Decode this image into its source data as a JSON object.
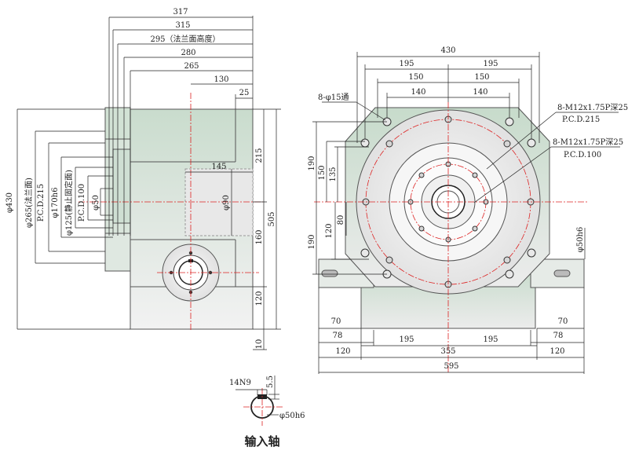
{
  "side_view": {
    "dims_top": [
      "317",
      "315",
      "295（法兰面高度）",
      "280",
      "265",
      "130",
      "25"
    ],
    "dims_right": [
      "215",
      "505",
      "160",
      "120",
      "10"
    ],
    "dims_left": [
      "φ430",
      "φ265(法兰面)",
      "P.C.D.215",
      "φ170h6",
      "φ125(静止固定面)",
      "P.C.D.100",
      "φ50"
    ],
    "inner_dims": [
      "145",
      "φ90"
    ]
  },
  "front_view": {
    "dims_top": [
      "430",
      "195",
      "195",
      "150",
      "150",
      "140",
      "140"
    ],
    "callouts": [
      "8-φ15通",
      "8-M12x1.75P深25",
      "P.C.D.215",
      "8-M12x1.75P深25",
      "P.C.D.100"
    ],
    "dims_left": [
      "190",
      "150",
      "135",
      "80",
      "120",
      "190"
    ],
    "dims_right": [
      "φ50h6"
    ],
    "dims_bottom": [
      "70",
      "70",
      "78",
      "78",
      "195",
      "195",
      "355",
      "120",
      "120",
      "595"
    ]
  },
  "input_shaft": {
    "key_label": "14N9",
    "depth_label": "5.5",
    "diameter_label": "φ50h6",
    "caption": "输入轴"
  }
}
